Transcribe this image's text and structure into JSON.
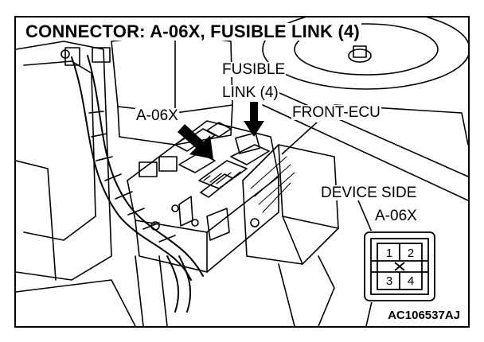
{
  "title": "CONNECTOR: A-06X, FUSIBLE LINK (4)",
  "labels": {
    "fusible_line1": "FUSIBLE",
    "fusible_line2": "LINK (4)",
    "a06x": "A-06X",
    "front_ecu": "FRONT-ECU",
    "device_side": "DEVICE SIDE",
    "device_connector": "A-06X"
  },
  "connector_pins": [
    "1",
    "2",
    "3",
    "4"
  ],
  "figure_code": "AC106537AJ"
}
